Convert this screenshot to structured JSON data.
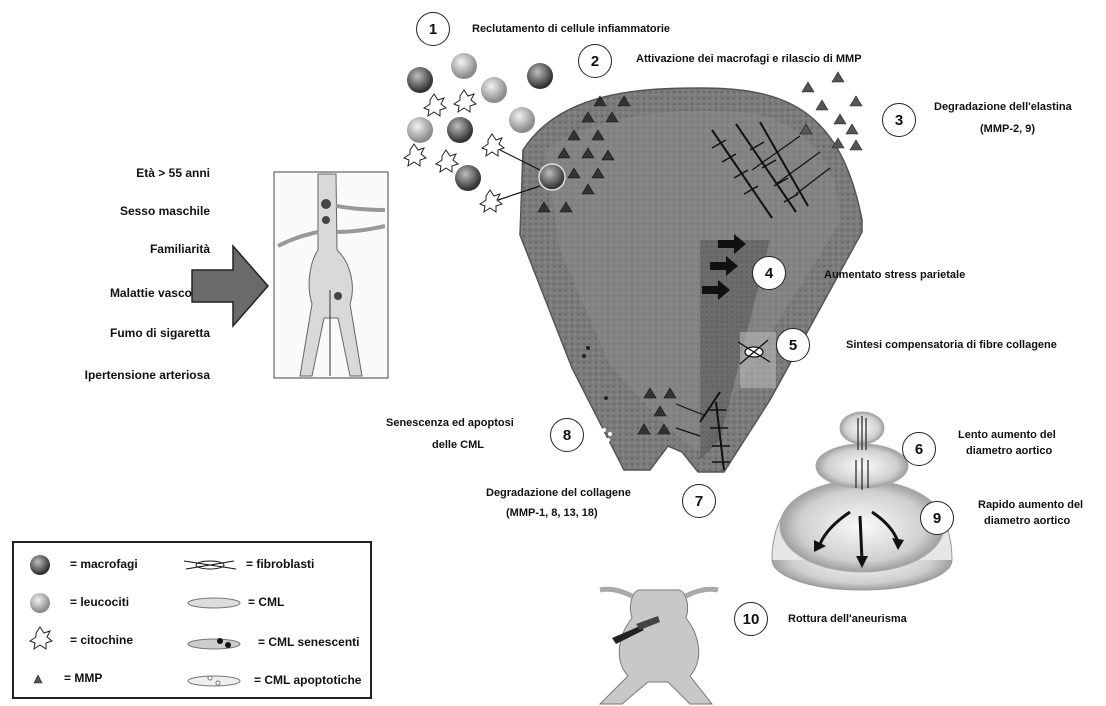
{
  "risk_factors": [
    "Età > 55 anni",
    "Sesso maschile",
    "Familiarità",
    "Malattie vascolari",
    "Fumo di sigaretta",
    "Ipertensione arteriosa"
  ],
  "steps": [
    {
      "n": "1",
      "text": "Reclutamento di cellule infiammatorie"
    },
    {
      "n": "2",
      "text": "Attivazione dei macrofagi e rilascio di MMP"
    },
    {
      "n": "3",
      "text": "Degradazione dell'elastina",
      "sub": "(MMP-2, 9)"
    },
    {
      "n": "4",
      "text": "Aumentato stress parietale"
    },
    {
      "n": "5",
      "text": "Sintesi compensatoria di fibre collagene"
    },
    {
      "n": "6",
      "text": "Lento aumento del",
      "sub": "diametro aortico"
    },
    {
      "n": "7",
      "text": "Degradazione del collagene",
      "sub": "(MMP-1, 8, 13, 18)"
    },
    {
      "n": "8",
      "text": "Senescenza ed apoptosi",
      "sub": "delle CML"
    },
    {
      "n": "9",
      "text": "Rapido aumento del",
      "sub": "diametro aortico"
    },
    {
      "n": "10",
      "text": "Rottura dell'aneurisma"
    }
  ],
  "legend": {
    "items": [
      {
        "icon": "macrophage-icon",
        "label": "= macrofagi"
      },
      {
        "icon": "leukocyte-icon",
        "label": "= leucociti"
      },
      {
        "icon": "cytokine-icon",
        "label": "= citochine"
      },
      {
        "icon": "mmp-triangle-icon",
        "label": "= MMP"
      },
      {
        "icon": "fibroblast-icon",
        "label": "= fibroblasti"
      },
      {
        "icon": "sml-cell-icon",
        "label": "= CML"
      },
      {
        "icon": "senescent-sml-icon",
        "label": "= CML senescenti"
      },
      {
        "icon": "apoptotic-sml-icon",
        "label": "= CML apoptotiche"
      }
    ]
  },
  "colors": {
    "tissue": "#7a7a7a",
    "tissue_dark": "#4e4e4e",
    "arrow_fill": "#6a6a6a",
    "text": "#111111"
  }
}
